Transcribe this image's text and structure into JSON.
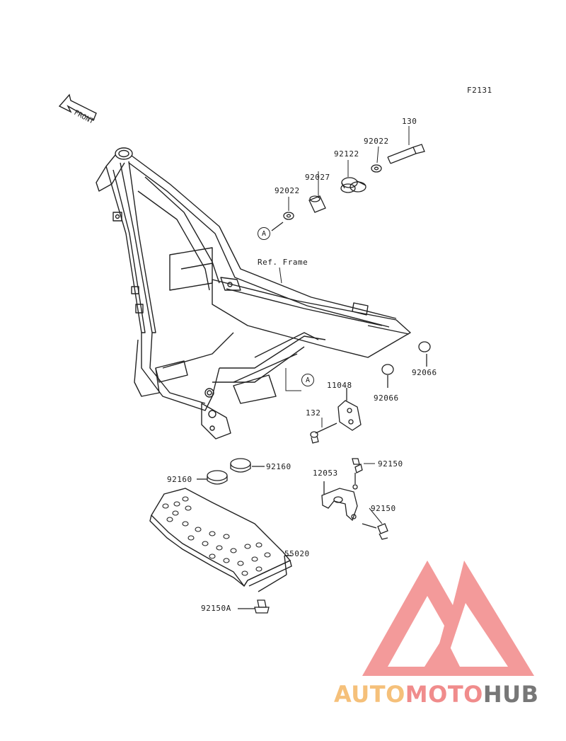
{
  "diagram": {
    "figure_code": "F2131",
    "front_label": "FRONT",
    "ref_label": "Ref. Frame",
    "marker": "A",
    "parts": [
      "130",
      "92022",
      "92122",
      "92027",
      "92022",
      "92066",
      "92066",
      "11048",
      "132",
      "92150",
      "12053",
      "92150",
      "92160",
      "92160",
      "55020",
      "92150A"
    ]
  },
  "watermark": {
    "part1": "AUTO",
    "part2": "MOTO",
    "part3": "HUB",
    "colors": {
      "auto": "#f5c07a",
      "moto": "#f08c8c",
      "hub": "#777777",
      "logo": "#f28b8b"
    }
  }
}
